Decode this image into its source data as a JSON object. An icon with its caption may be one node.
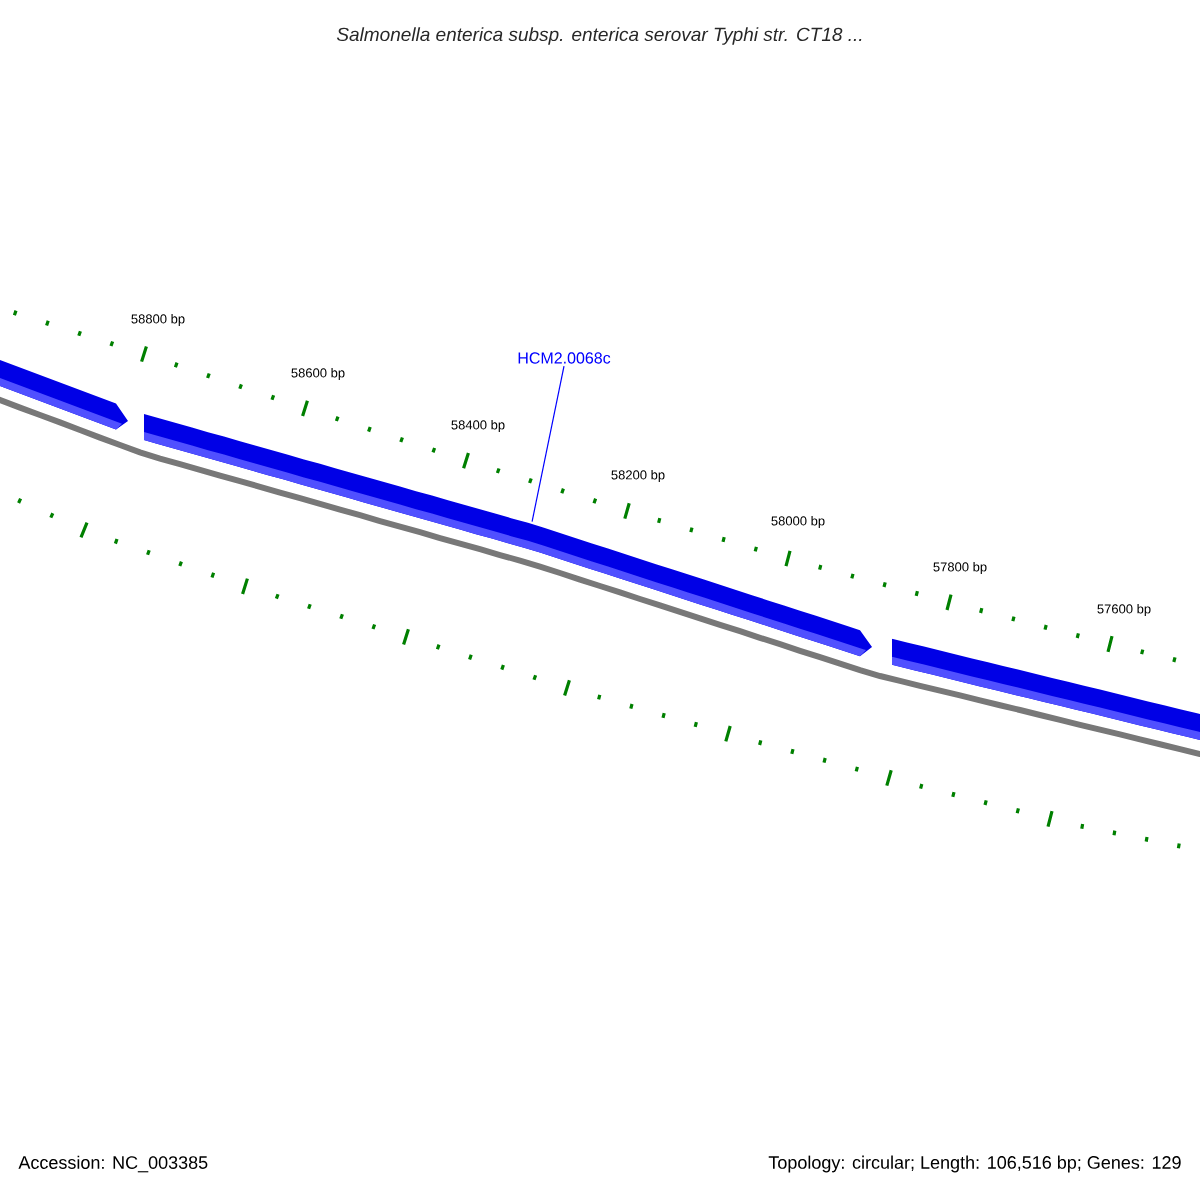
{
  "diagram": {
    "title": "Salmonella enterica subsp. enterica serovar Typhi str. CT18 ...",
    "nodes": [
      {
        "text": [
          "HCM2.0068c"
        ]
      },
      {
        "text": [],
        "shape": "arrow"
      },
      {
        "text": [],
        "shape": "arrow"
      },
      {
        "text": [],
        "shape": "arrow"
      }
    ],
    "edges": [
      {
        "from": 0,
        "to": 2,
        "arrow": "none"
      }
    ],
    "labels": [
      "58800 bp",
      "58600 bp",
      "58400 bp",
      "58200 bp",
      "58000 bp",
      "57800 bp",
      "57600 bp",
      "Accession: NC_003385",
      "Topology: circular; Length: 106,516 bp; Genes: 129"
    ]
  }
}
